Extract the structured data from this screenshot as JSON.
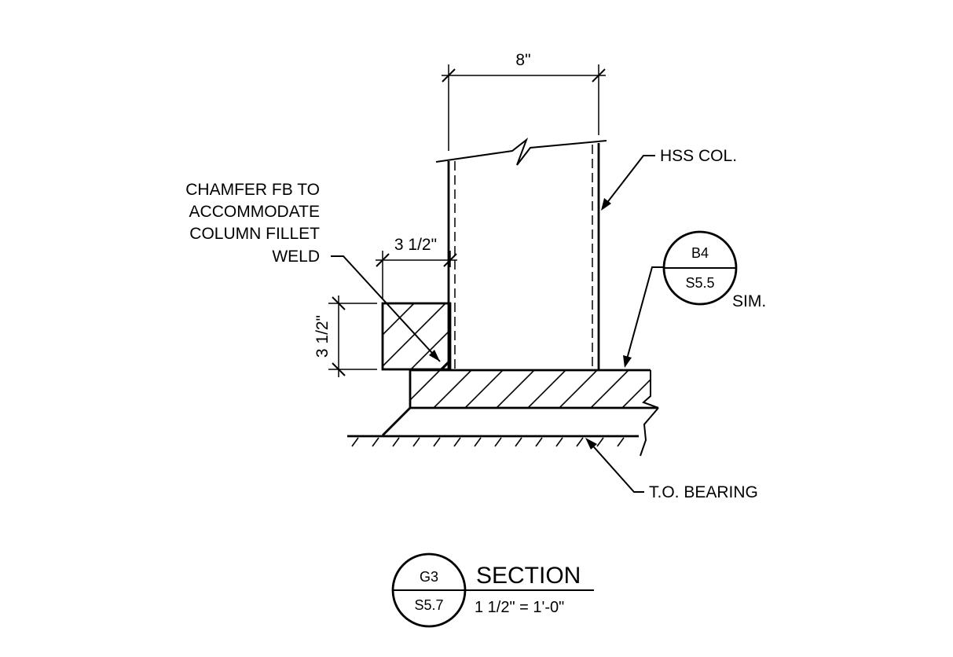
{
  "notes": {
    "chamfer_line1": "CHAMFER FB TO",
    "chamfer_line2": "ACCOMMODATE",
    "chamfer_line3": "COLUMN FILLET",
    "chamfer_line4": "WELD",
    "hss_col": "HSS COL.",
    "to_bearing": "T.O. BEARING",
    "sim": "SIM."
  },
  "dimensions": {
    "column_width": "8\"",
    "bar_width": "3 1/2\"",
    "bar_height": "3 1/2\""
  },
  "detail_reference": {
    "detail": "B4",
    "sheet": "S5.5"
  },
  "title_block": {
    "detail": "G3",
    "sheet": "S5.7",
    "title": "SECTION",
    "scale": "1 1/2\" = 1'-0\""
  }
}
